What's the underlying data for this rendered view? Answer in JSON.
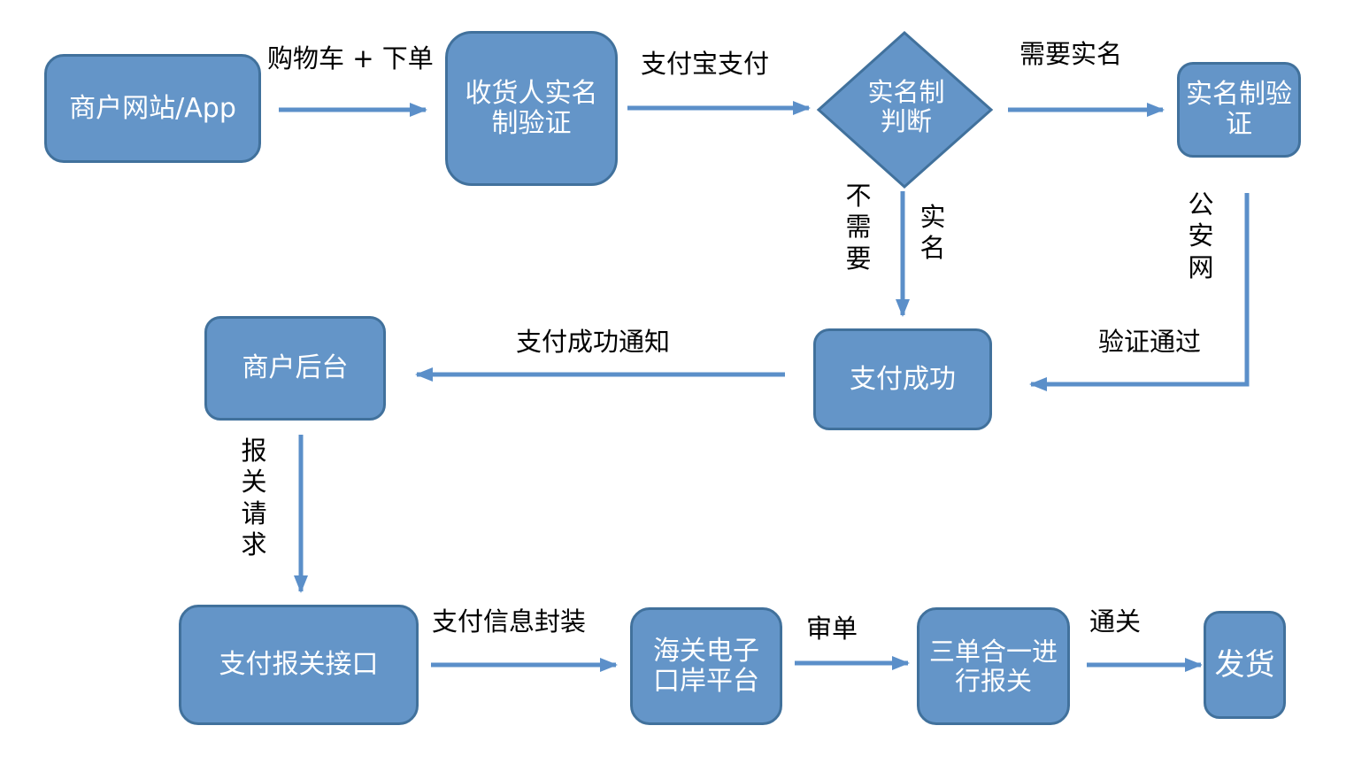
{
  "nodes": {
    "merchant_site": "商户网站/App",
    "consignee_verify": "收货人实名\n制验证",
    "realname_check": "实名制\n判断",
    "realname_verify": "实名制验\n证",
    "payment_success": "支付成功",
    "merchant_backend": "商户后台",
    "payment_customs_api": "支付报关接口",
    "customs_platform": "海关电子\n口岸平台",
    "three_in_one": "三单合一进\n行报关",
    "ship": "发货"
  },
  "edge_labels": {
    "cart_order": "购物车 + 下单",
    "alipay_pay": "支付宝支付",
    "need_realname": "需要实名",
    "no_need_realname": "不需要实名",
    "public_security_net": "公安网",
    "verify_passed": "验证通过",
    "payment_notify": "支付成功通知",
    "customs_request": "报关请求",
    "payment_info_package": "支付信息封装",
    "review": "审单",
    "clearance": "通关"
  },
  "colors": {
    "box_fill": "#6495c8",
    "box_border": "#41719c",
    "arrow": "#5b8fc9",
    "text_on_box": "#ffffff",
    "label_text": "#000000"
  }
}
